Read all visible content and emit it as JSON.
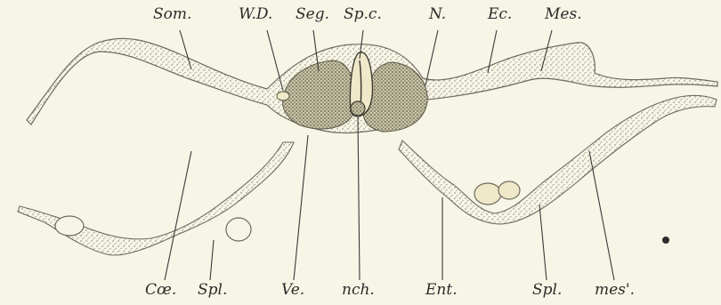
{
  "figure": {
    "labels_top": {
      "som": "Som.",
      "wd": "W.D.",
      "seg": "Seg.",
      "spc": "Sp.c.",
      "n": "N.",
      "ec": "Ec.",
      "mes": "Mes."
    },
    "labels_bottom": {
      "coe": "Cœ.",
      "spl_left": "Spl.",
      "ve": "Ve.",
      "nch": "nch.",
      "ent": "Ent.",
      "spl_right": "Spl.",
      "mes_prime": "mes'."
    },
    "colors": {
      "background": "#f7f5e6",
      "tissue_fill": "#e8e5c8",
      "dense_fill": "#b9b59a",
      "outline": "#6e6b5c",
      "leader": "#3a3a3a"
    }
  }
}
